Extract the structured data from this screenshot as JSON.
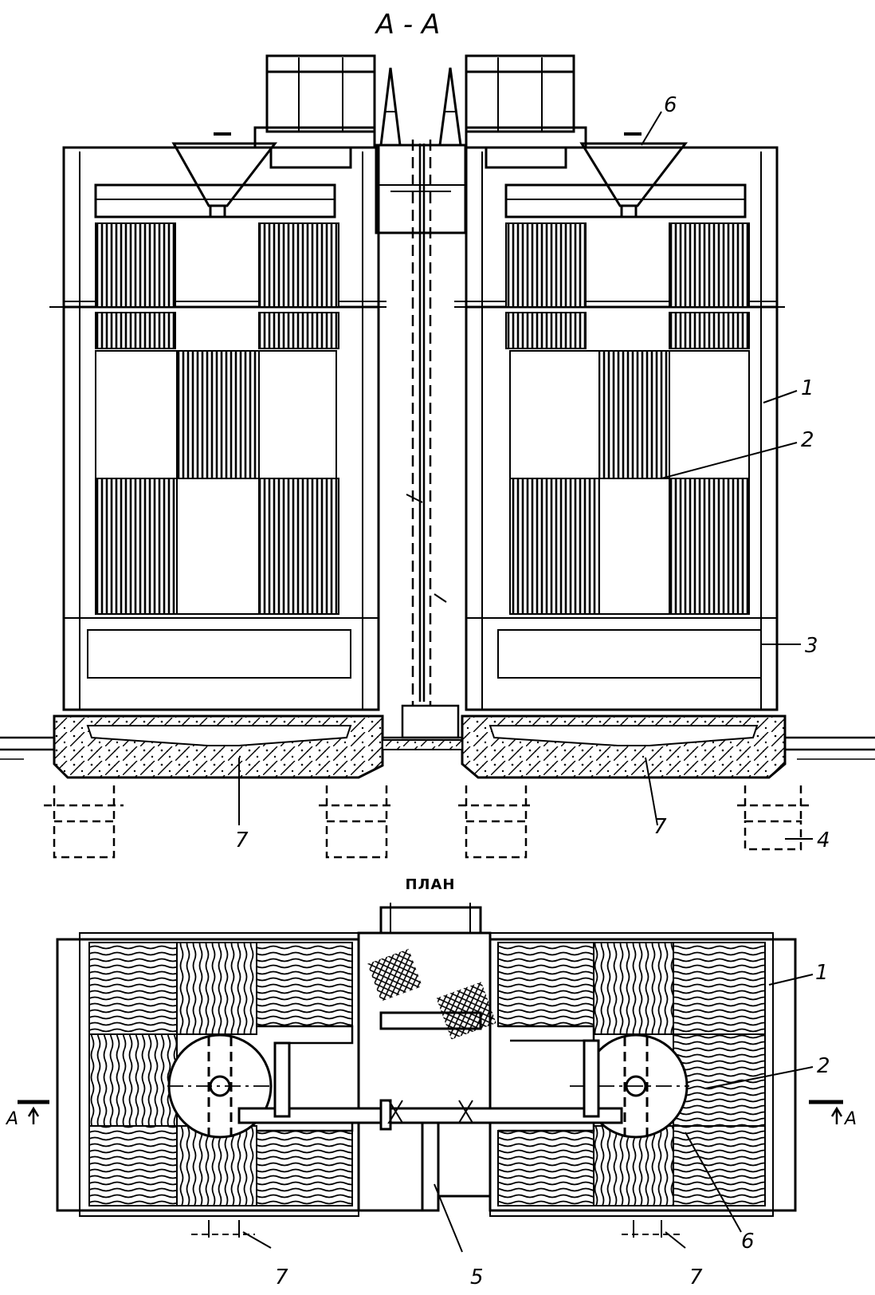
{
  "section_title": "A - A",
  "plan_title": "ПЛАН",
  "section_labels": {
    "l1": "1",
    "l2": "2",
    "l3": "3",
    "l4": "4",
    "l6": "6",
    "l7a": "7",
    "l7b": "7"
  },
  "plan_labels": {
    "l1": "1",
    "l2": "2",
    "l5": "5",
    "l6": "6",
    "l7a": "7",
    "l7b": "7"
  },
  "cut_marks": {
    "left": "A",
    "right": "A"
  }
}
